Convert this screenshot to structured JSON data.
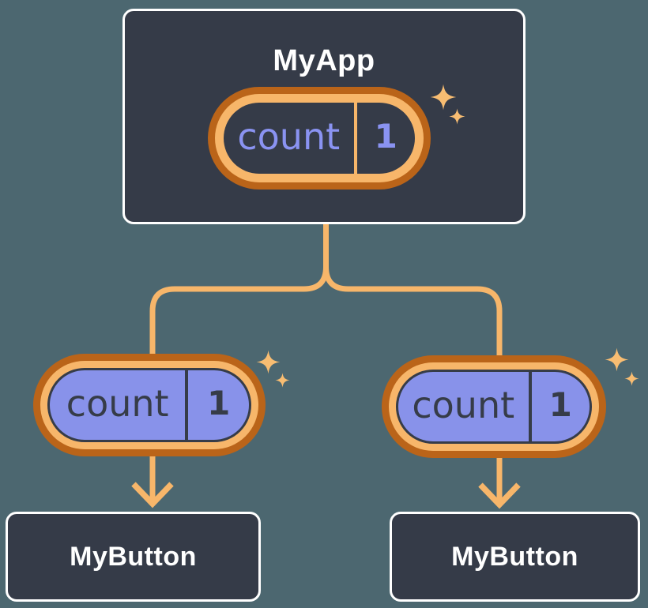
{
  "canvas": {
    "background_color": "#4c6770"
  },
  "colors": {
    "node_fill": "#353b48",
    "node_border": "#ffffff",
    "node_text": "#ffffff",
    "state_fill_purple": "#8892ea",
    "state_text_dark": "#363c48",
    "state_text_purple": "#8a93f2",
    "ring_outer_orange": "#ba6419",
    "ring_inner_amber": "#f7b66a",
    "connector_amber": "#f7b66a",
    "sparkle_amber": "#f8bd72"
  },
  "root_node": {
    "label": "MyApp",
    "state": {
      "name": "count",
      "value": "1"
    }
  },
  "children": [
    {
      "label": "MyButton",
      "state": {
        "name": "count",
        "value": "1"
      }
    },
    {
      "label": "MyButton",
      "state": {
        "name": "count",
        "value": "1"
      }
    }
  ],
  "icons": {
    "sparkle": "sparkle-icon",
    "arrow": "arrow-down-icon"
  }
}
